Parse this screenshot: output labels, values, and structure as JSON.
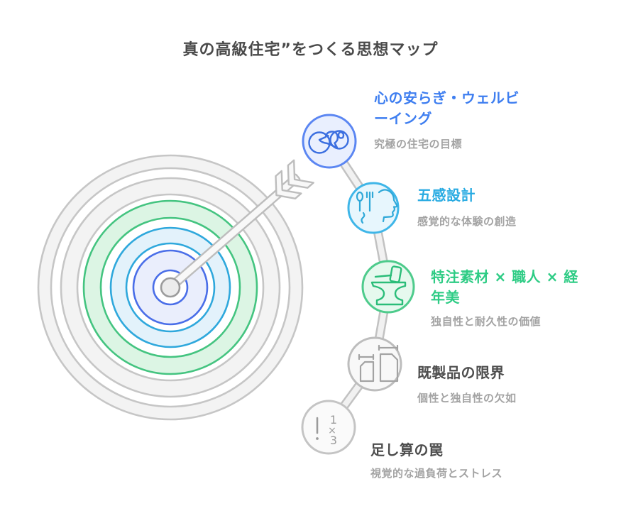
{
  "title": "真の高級住宅”をつくる思想マップ",
  "colors": {
    "accent_blue": "#3e7ef0",
    "accent_cyan": "#29abe2",
    "accent_green": "#2ecc85",
    "heading_gray": "#4d4d4d",
    "subtitle_gray": "#a3a3a3",
    "ring_green_stroke": "#44c480",
    "ring_cyan_stroke": "#2fa8dc",
    "ring_blue_stroke": "#4a6ee8"
  },
  "target": {
    "name": "bullseye-with-arrow",
    "rings": [
      "white",
      "white",
      "green",
      "cyan",
      "lavender"
    ]
  },
  "nodes": [
    {
      "id": "wellbeing",
      "label": "心の安らぎ・ウェルビーイング",
      "sublabel": "究極の住宅の目標",
      "color": "#3e7ef0",
      "icon": "bird-icon"
    },
    {
      "id": "five-senses",
      "label": "五感設計",
      "sublabel": "感覚的な体験の創造",
      "color": "#29abe2",
      "icon": "senses-face-icon"
    },
    {
      "id": "custom-craft",
      "label": "特注素材 × 職人 × 経年美",
      "sublabel": "独自性と耐久性の価値",
      "color": "#2ecc85",
      "icon": "anvil-hammer-icon"
    },
    {
      "id": "ready-made-limit",
      "label": "既製品の限界",
      "sublabel": "個性と独自性の欠如",
      "color": "#4d4d4d",
      "icon": "measured-boxes-icon"
    },
    {
      "id": "addition-trap",
      "label": "足し算の罠",
      "sublabel": "視覚的な過負荷とストレス",
      "color": "#4d4d4d",
      "icon": "warning-multiply-icon"
    }
  ],
  "icon_glyphs": {
    "exclamation": "!",
    "one": "1",
    "times": "×",
    "three": "3"
  }
}
